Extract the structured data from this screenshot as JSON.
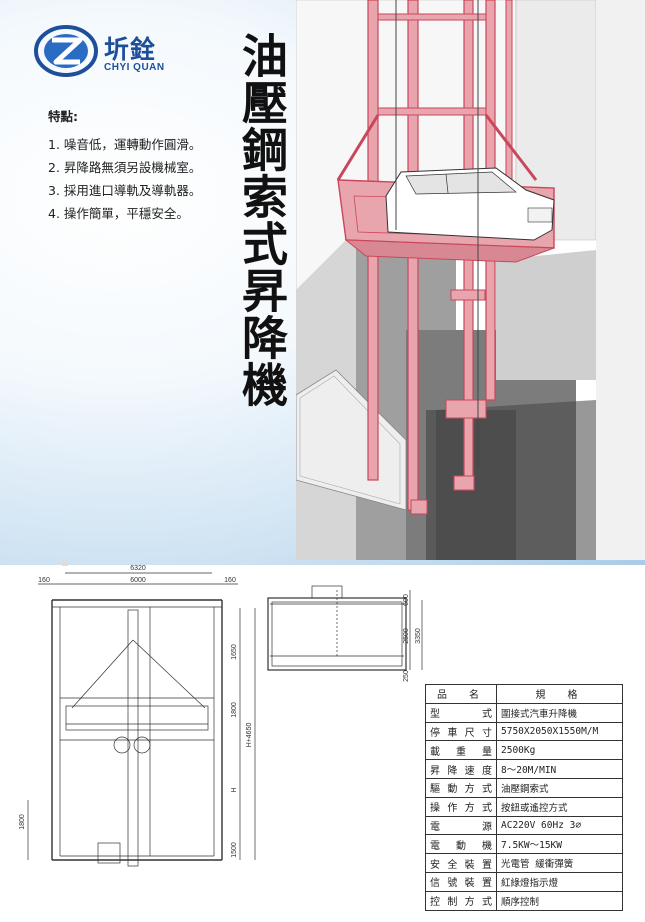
{
  "brand": {
    "name_cn": "圻銓",
    "name_en": "CHYI QUAN",
    "logo_color": "#1d4f9b"
  },
  "title": "油壓鋼索式昇降機",
  "features": {
    "heading": "特點:",
    "items": [
      "1. 噪音低，運轉動作圓滑。",
      "2. 昇降路無須另設機械室。",
      "3. 採用進口導軌及導軌器。",
      "4. 操作簡單，平穩安全。"
    ]
  },
  "drawing": {
    "dims": {
      "total_width": "6320",
      "inner_width": "6000",
      "wall_left": "160",
      "wall_right": "160",
      "h_1650": "1650",
      "h_1800": "1800",
      "h_total": "H+4650",
      "h_h": "H",
      "h_1500": "1500",
      "h_pit": "1800",
      "car_2500": "2500",
      "car_3350": "3350",
      "car_600": "600",
      "car_250": "250"
    }
  },
  "spec": {
    "header": [
      "品　名",
      "規　格"
    ],
    "rows": [
      [
        "型　　式",
        "圍接式汽車升降機"
      ],
      [
        "停車尺寸",
        "5750X2050X1550M/M"
      ],
      [
        "載 重 量",
        "2500Kg"
      ],
      [
        "昇降速度",
        "8～20M/MIN"
      ],
      [
        "驅動方式",
        "油壓鋼索式"
      ],
      [
        "操作方式",
        "按鈕或遙控方式"
      ],
      [
        "電　　源",
        "AC220V 60Hz 3∅"
      ],
      [
        "電 動 機",
        "7.5KW～15KW"
      ],
      [
        "安全裝置",
        "光電管 緩衝彈簧"
      ],
      [
        "信號裝置",
        "紅綠燈指示燈"
      ],
      [
        "控制方式",
        "順序控制"
      ]
    ]
  },
  "colors": {
    "frame_red": "#c9475a",
    "frame_fill": "#e9a5ad",
    "bg_blue": "#a9cbe7"
  }
}
